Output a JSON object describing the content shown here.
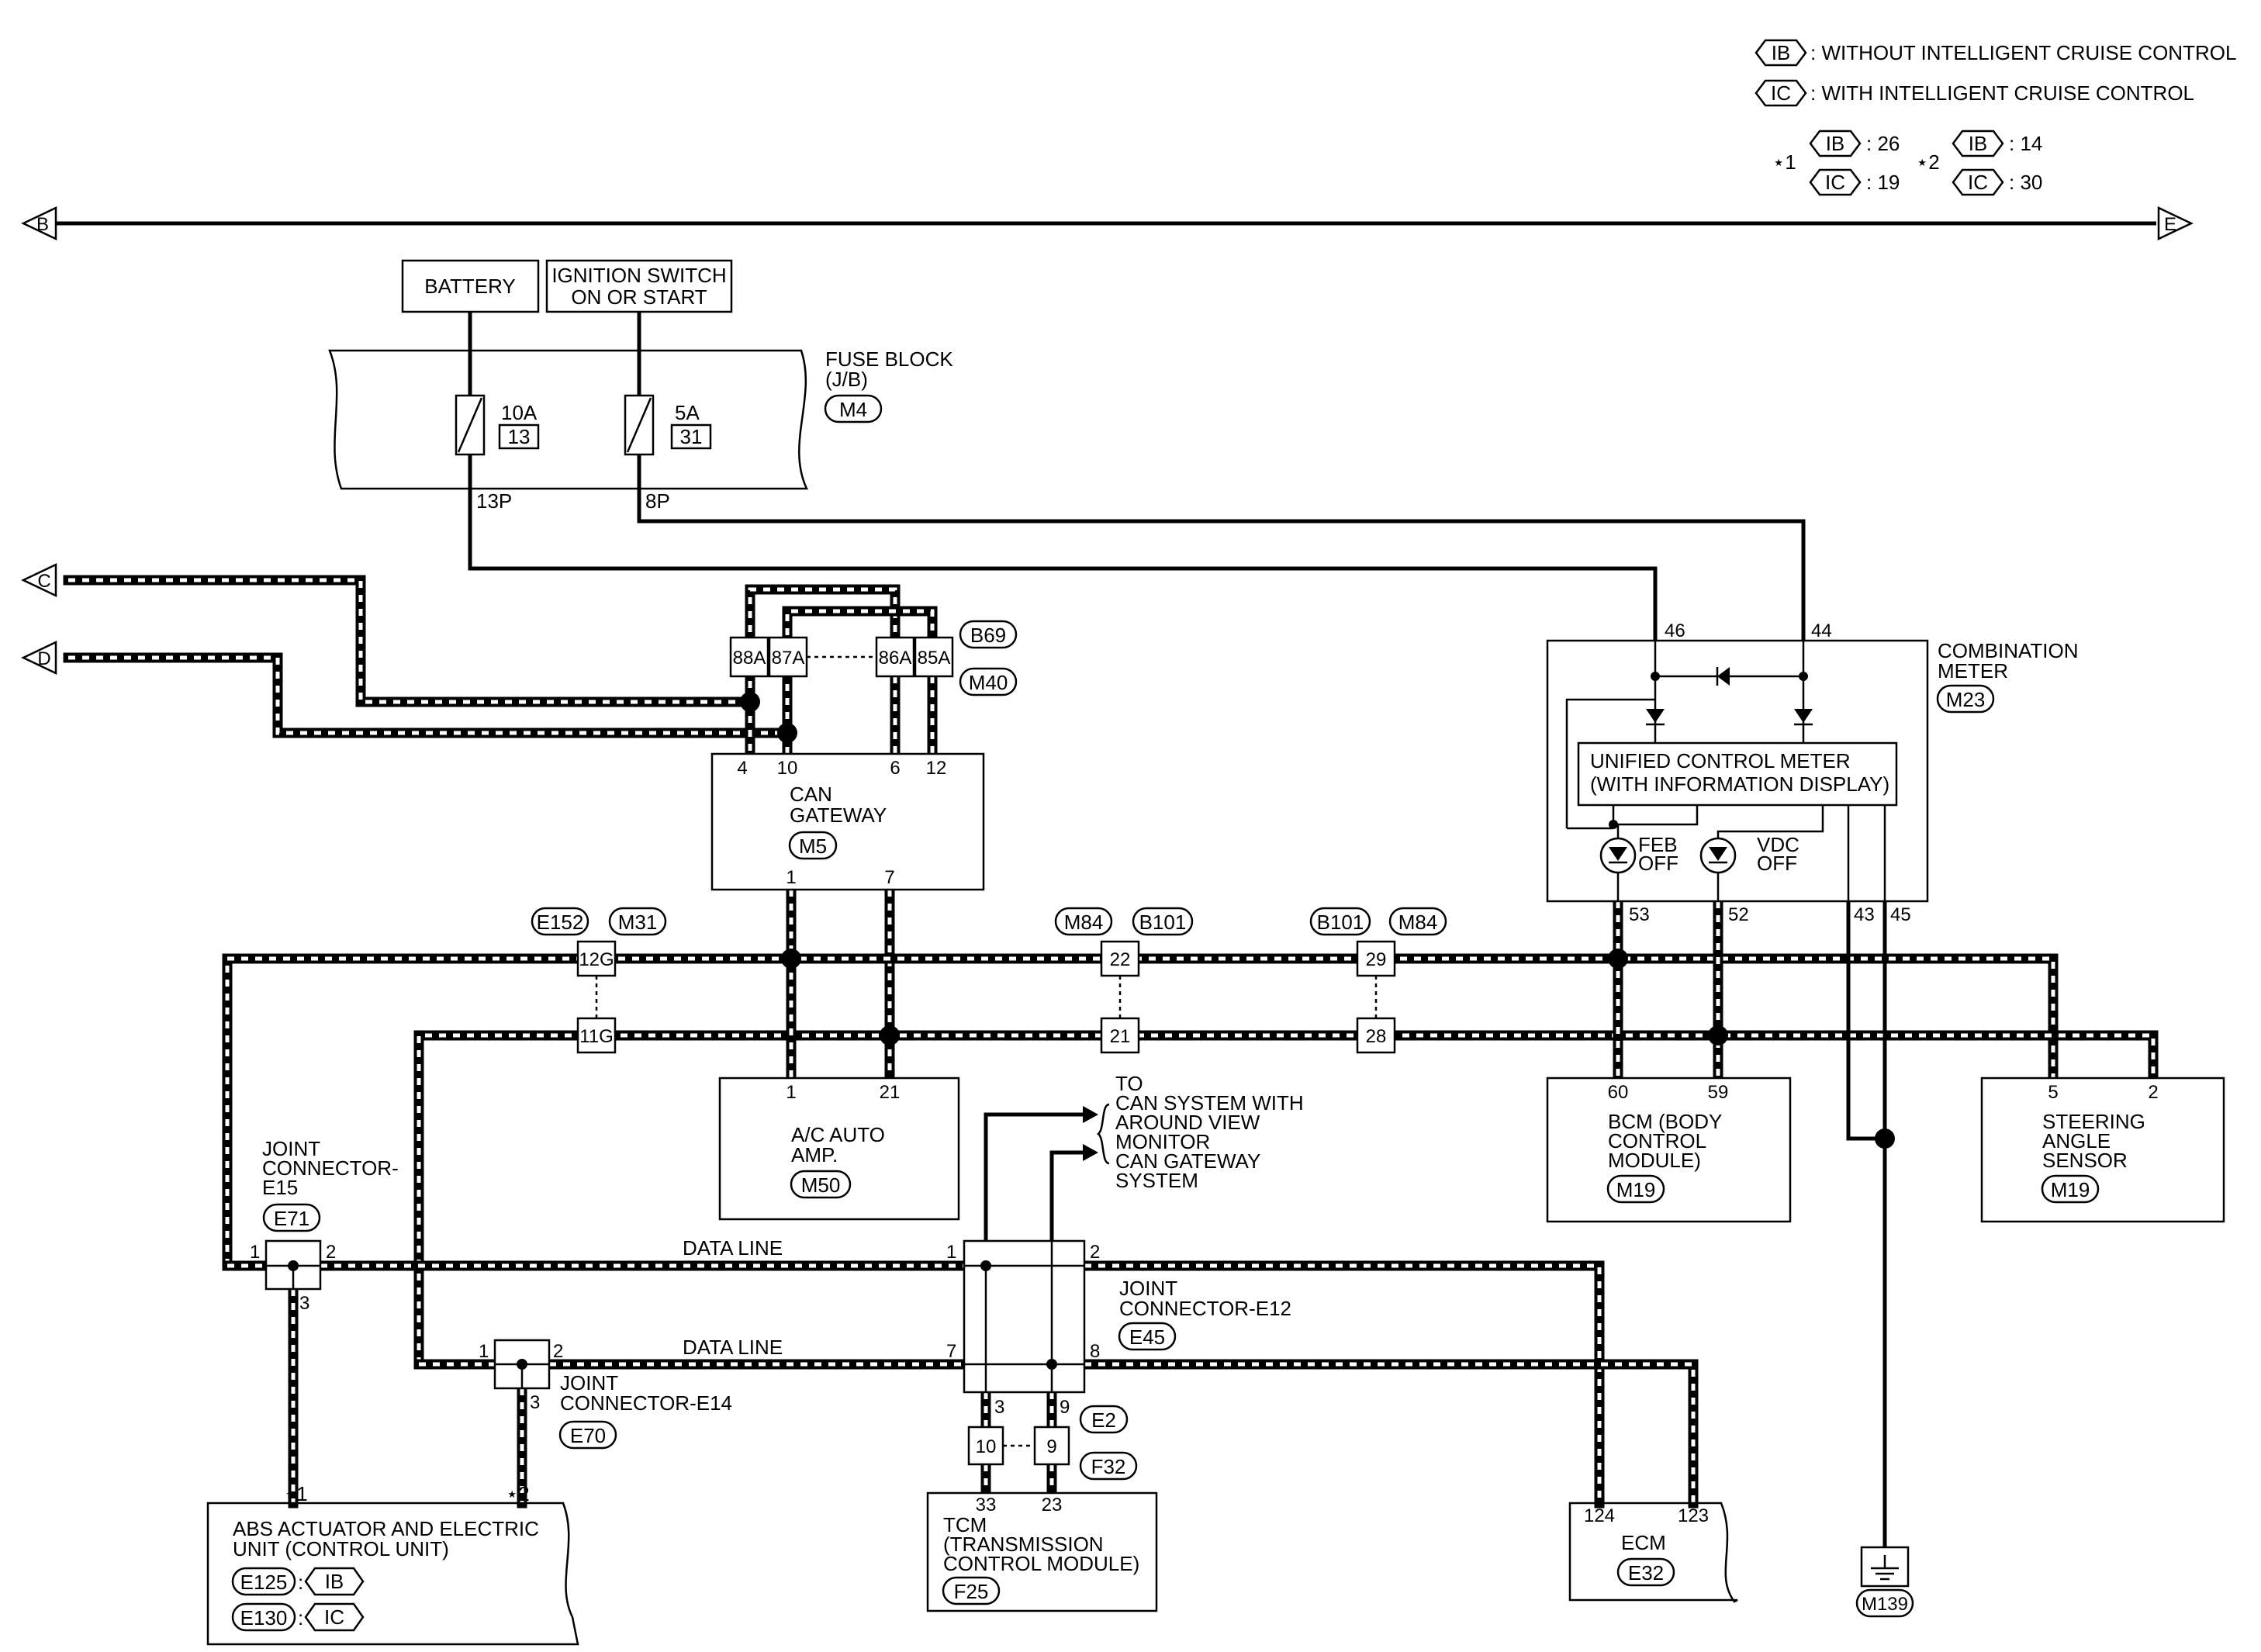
{
  "legend": {
    "ib_tag": "IB",
    "ic_tag": "IC",
    "ib_text": ": WITHOUT INTELLIGENT CRUISE CONTROL",
    "ic_text": ": WITH INTELLIGENT CRUISE CONTROL",
    "note1_mark": "⋆1",
    "note2_mark": "⋆2",
    "note1_ib": ": 26",
    "note1_ic": ": 19",
    "note2_ib": ": 14",
    "note2_ic": ": 30"
  },
  "bus": {
    "left": "B",
    "right": "E",
    "c": "C",
    "d": "D"
  },
  "sources": {
    "battery": "BATTERY",
    "ign1": "IGNITION SWITCH",
    "ign2": "ON OR START"
  },
  "fuse_block": {
    "name1": "FUSE BLOCK",
    "name2": "(J/B)",
    "conn": "M4",
    "fuse1_amp": "10A",
    "fuse1_no": "13",
    "fuse1_pin": "13P",
    "fuse2_amp": "5A",
    "fuse2_no": "31",
    "fuse2_pin": "8P"
  },
  "gateway_conn": {
    "p88": "88A",
    "p87": "87A",
    "p86": "86A",
    "p85": "85A",
    "c1": "B69",
    "c2": "M40"
  },
  "can_gateway": {
    "l1": "CAN",
    "l2": "GATEWAY",
    "conn": "M5",
    "p4": "4",
    "p10": "10",
    "p6": "6",
    "p12": "12",
    "p1": "1",
    "p7": "7"
  },
  "combo": {
    "l1": "COMBINATION",
    "l2": "METER",
    "conn": "M23",
    "p46": "46",
    "p44": "44",
    "ucm1": "UNIFIED CONTROL METER",
    "ucm2": "(WITH INFORMATION DISPLAY)",
    "feb1": "FEB",
    "feb2": "OFF",
    "vdc1": "VDC",
    "vdc2": "OFF",
    "p53": "53",
    "p52": "52",
    "p43": "43",
    "p45": "45"
  },
  "inline": {
    "e152": "E152",
    "m31": "M31",
    "p12g": "12G",
    "p11g": "11G",
    "m84a": "M84",
    "b101a": "B101",
    "p22": "22",
    "p21": "21",
    "b101b": "B101",
    "m84b": "M84",
    "p29": "29",
    "p28": "28"
  },
  "ac": {
    "l1": "A/C AUTO",
    "l2": "AMP.",
    "conn": "M50",
    "p1": "1",
    "p21": "21"
  },
  "bcm": {
    "l1": "BCM (BODY",
    "l2": "CONTROL",
    "l3": "MODULE)",
    "conn": "M19",
    "p60": "60",
    "p59": "59"
  },
  "sas": {
    "l1": "STEERING",
    "l2": "ANGLE",
    "l3": "SENSOR",
    "conn": "M19",
    "p5": "5",
    "p2": "2"
  },
  "to_can": {
    "l1": "TO",
    "l2": "CAN SYSTEM WITH",
    "l3": "AROUND VIEW",
    "l4": "MONITOR",
    "l5": "CAN GATEWAY",
    "l6": "SYSTEM"
  },
  "jc15": {
    "l1": "JOINT",
    "l2": "CONNECTOR-",
    "l3": "E15",
    "conn": "E71",
    "p1": "1",
    "p2": "2",
    "p3": "3"
  },
  "jc14": {
    "l1": "JOINT",
    "l2": "CONNECTOR-E14",
    "conn": "E70",
    "p1": "1",
    "p2": "2",
    "p3": "3"
  },
  "jc12": {
    "l1": "JOINT",
    "l2": "CONNECTOR-E12",
    "conn": "E45",
    "p1": "1",
    "p2": "2",
    "p7": "7",
    "p8": "8",
    "p3": "3",
    "p9": "9"
  },
  "data_line": "DATA LINE",
  "tcm_conn": {
    "p10": "10",
    "p9": "9",
    "c1": "E2",
    "c2": "F32"
  },
  "tcm": {
    "l1": "TCM",
    "l2": "(TRANSMISSION",
    "l3": "CONTROL MODULE)",
    "conn": "F25",
    "p33": "33",
    "p23": "23"
  },
  "abs": {
    "l1": "ABS ACTUATOR AND ELECTRIC",
    "l2": "UNIT (CONTROL UNIT)",
    "conn1": "E125",
    "conn2": "E130",
    "colon": ":",
    "ib": "IB",
    "ic": "IC",
    "pin1": "⋆1",
    "pin2": "⋆2"
  },
  "ecm": {
    "l1": "ECM",
    "conn": "E32",
    "p124": "124",
    "p123": "123"
  },
  "ground": {
    "conn": "M139"
  }
}
